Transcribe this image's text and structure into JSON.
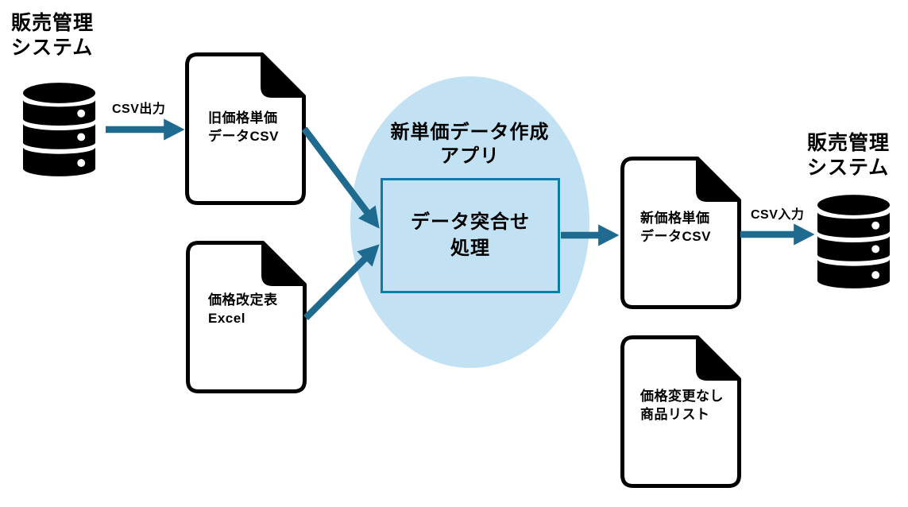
{
  "left_system": {
    "title": "販売管理\nシステム"
  },
  "right_system": {
    "title": "販売管理\nシステム"
  },
  "flows": {
    "csv_output": "CSV出力",
    "csv_input": "CSV入力"
  },
  "app": {
    "title": "新単価データ作成\nアプリ",
    "process": "データ突合せ\n処理"
  },
  "documents": [
    {
      "label": "旧価格単価\nデータCSV"
    },
    {
      "label": "価格改定表\nExcel"
    },
    {
      "label": "新価格単価\nデータCSV"
    },
    {
      "label": "価格変更なし\n商品リスト"
    }
  ],
  "colors": {
    "arrow_teal": "#1F6B8F",
    "box_border_teal": "#0E7CA8",
    "bubble_light_blue": "#C2E2F4",
    "icon_black": "#000000"
  }
}
